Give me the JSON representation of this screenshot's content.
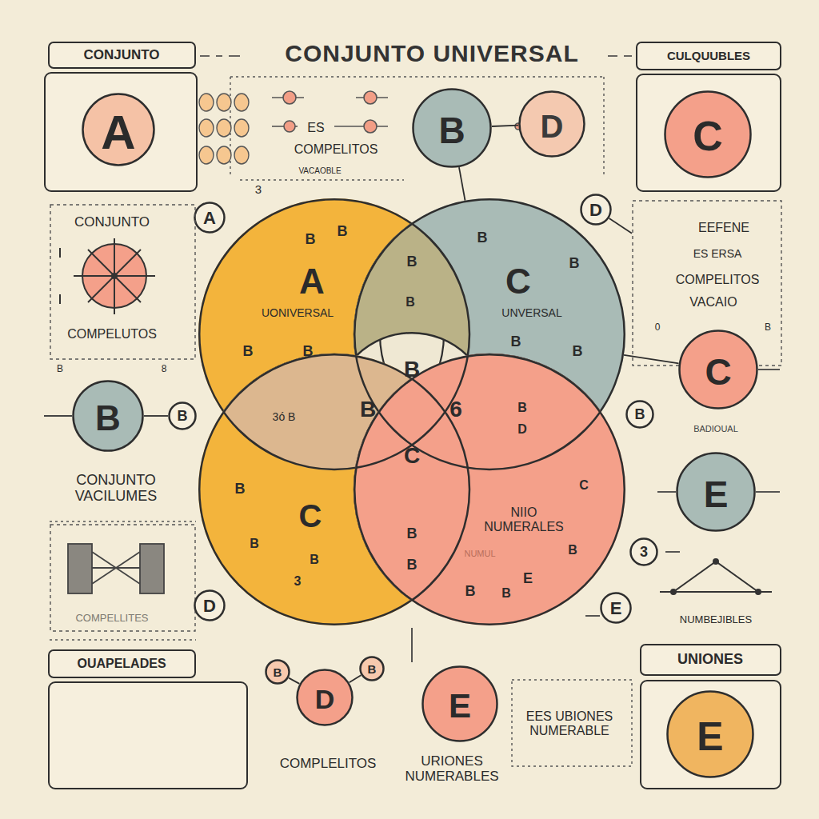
{
  "diagram": {
    "title": "CONJUNTO UNIVERSAL",
    "nodes": [
      {
        "text": [
          "CONJUNTO"
        ]
      },
      {
        "text": [
          "A"
        ],
        "in": 0
      },
      {
        "text": [
          "B"
        ]
      },
      {
        "text": [
          "D"
        ]
      },
      {
        "text": [
          "CULQUUBLES"
        ]
      },
      {
        "text": [
          "C"
        ],
        "in": 4
      },
      {
        "text": [
          "A"
        ]
      },
      {
        "text": [
          "D"
        ]
      },
      {
        "text": [
          "CONJUNTO",
          "COMPELUTOS"
        ]
      },
      {
        "text": [
          "A",
          "UONIVERSAL"
        ]
      },
      {
        "text": [
          "C",
          "UNVERSAL"
        ]
      },
      {
        "text": [
          "EEFENE",
          "ES ERSA",
          "COMPELITOS",
          "VACAIO"
        ]
      },
      {
        "text": [
          "C"
        ]
      },
      {
        "text": [
          "B",
          "B",
          "6",
          "C"
        ]
      },
      {
        "text": [
          "B"
        ]
      },
      {
        "text": [
          "B"
        ]
      },
      {
        "text": [
          "B"
        ]
      },
      {
        "text": [
          "C"
        ]
      },
      {
        "text": [
          "NIIO NUMERALES"
        ]
      },
      {
        "text": [
          "E"
        ]
      },
      {
        "text": [
          "3"
        ]
      },
      {
        "text": [
          "COMPELLITES"
        ]
      },
      {
        "text": [
          "D"
        ]
      },
      {
        "text": [
          "E"
        ]
      },
      {
        "text": [
          "OUAPELADES"
        ]
      },
      {
        "text": [
          "B"
        ]
      },
      {
        "text": [
          "D"
        ]
      },
      {
        "text": [
          "B"
        ]
      },
      {
        "text": [
          "E"
        ]
      },
      {
        "text": [
          "UNIONES"
        ]
      },
      {
        "text": [
          "E"
        ],
        "in": 29
      }
    ],
    "edges": [
      {
        "from": 2,
        "to": 3,
        "arrow": "none"
      },
      {
        "from": 2,
        "to": 10,
        "arrow": "none"
      },
      {
        "from": 7,
        "to": 11,
        "arrow": "none"
      },
      {
        "from": 12,
        "to": 10,
        "arrow": "none"
      },
      {
        "from": 14,
        "to": 15,
        "arrow": "none"
      },
      {
        "from": 26,
        "to": 25,
        "arrow": "none"
      },
      {
        "from": 26,
        "to": 27,
        "arrow": "none"
      }
    ],
    "labels": [
      "ES",
      "COMPELITOS",
      "VACAOBLE",
      "3",
      "B",
      "B",
      "B",
      "B",
      "B",
      "B",
      "B",
      "B",
      "B",
      "B",
      "3ó B",
      "B",
      "D",
      "B",
      "B",
      "3",
      "B",
      "C",
      "B",
      "B",
      "NUMUL",
      "B",
      "B",
      "E",
      "B",
      "BADIOUAL",
      "NUMBEJIBLES",
      "CONJUNTO VACILUMES",
      "COMPLELITOS",
      "EES UBIONES NUMERABLE",
      "URIONES NUMERABLES",
      "B",
      "8",
      "0",
      "B"
    ]
  }
}
